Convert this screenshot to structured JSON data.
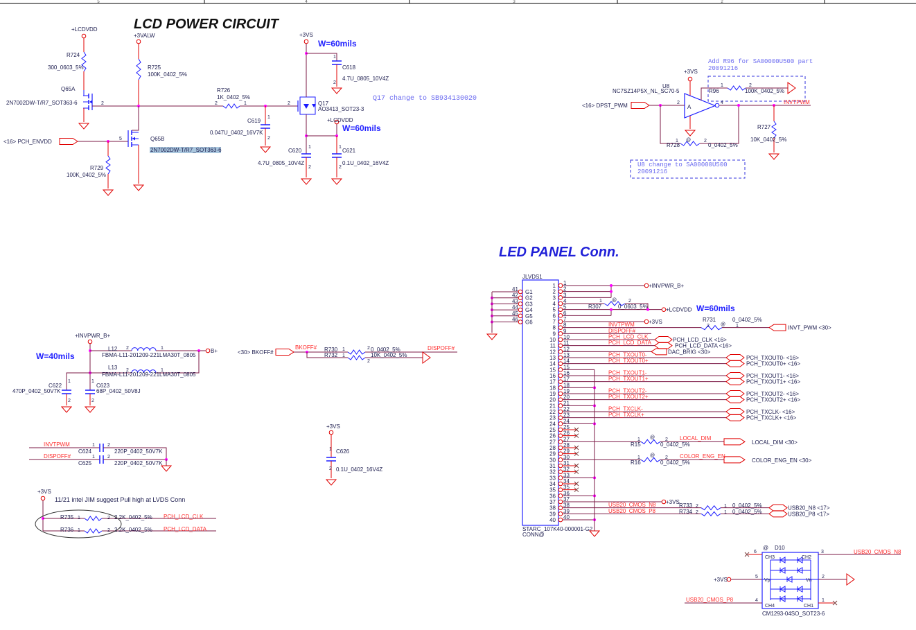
{
  "border": {
    "col5": "5",
    "col4": "4",
    "col3": "3",
    "col2": "2"
  },
  "pins": {
    "p1": "1",
    "p2": "2",
    "p3": "3",
    "p4": "4",
    "p5": "5",
    "p6": "6"
  },
  "colors": {
    "wire": "#7b1a46",
    "pin": "#e00000",
    "component": "#1a1aff",
    "net_label": "#ff2b2b",
    "junction": "#ff00ff",
    "width_note": "#2323ff"
  },
  "lcd_power": {
    "title": "LCD POWER CIRCUIT",
    "lcdvdd": "+LCDVDD",
    "r724": "R724",
    "r724_val": "300_0603_5%",
    "q65a": "Q65A",
    "q65a_part": "2N7002DW-T/R7_SOT363-6",
    "v3valw": "+3VALW",
    "r725": "R725",
    "r725_val": "100K_0402_5%",
    "r726": "R726",
    "r726_val": "1K_0402_5%",
    "q65b": "Q65B",
    "q65b_part": "2N7002DW-T/R7_SOT363-6",
    "pch_envdd": "<16>  PCH_ENVDD",
    "r729": "R729",
    "r729_val": "100K_0402_5%",
    "c619": "C619",
    "c619_val": "0.047U_0402_16V7K",
    "v3vs": "+3VS",
    "w60a": "W=60mils",
    "c618": "C618",
    "c618_val": "4.7U_0805_10V4Z",
    "q17": "Q17",
    "q17_part": "AO3413_SOT23-3",
    "lcdvdd2": "+LCDVDD",
    "w60b": "W=60mils",
    "c620": "C620",
    "c620_val": "4.7U_0805_10V4Z",
    "c621": "C621",
    "c621_val": "0.1U_0402_16V4Z",
    "note_q17": "Q17 change to SB934130020"
  },
  "pwm": {
    "note_r96": "Add R96 for SA00000U500 part",
    "note_r96_date": "20091216",
    "v3vs": "+3VS",
    "u8": "U8",
    "u8_part": "NC7SZ14P5X_NL_SC70-5",
    "u8_in": "A",
    "dpst_pwm": "<16>  DPST_PWM",
    "r96": "R96",
    "r96_val": "100K_0402_5%",
    "invtpwm": "INVTPWM",
    "r727": "R727",
    "r727_val": "10K_0402_5%",
    "r728": "R728",
    "r728_val": "0_0402_5%",
    "at": "@",
    "note_u8": "U8 change to SA00000U500",
    "note_u8_date": "20091216"
  },
  "invpwr": {
    "net": "+INVPWR_B+",
    "w40": "W=40mils",
    "l12": "L12",
    "l12_part": "FBMA-L11-201209-221LMA30T_0805",
    "l13": "L13",
    "l13_part": "FBMA-L11-201209-221LMA30T_0805",
    "bplus": "B+",
    "c622": "C622",
    "c622_val": "470P_0402_50V7K",
    "c623": "C623",
    "c623_val": "68P_0402_50V8J"
  },
  "bkoff": {
    "input": "<30>  BKOFF#",
    "net": "BKOFF#",
    "r730": "R730",
    "r730_val": "0_0402_5%",
    "r732": "R732",
    "r732_val": "10K_0402_5%",
    "output": "DISPOFF#"
  },
  "filter": {
    "invtpwm": "INVTPWM",
    "dispoff": "DISPOFF#",
    "c624": "C624",
    "c624_val": "220P_0402_50V7K",
    "c625": "C625",
    "c625_val": "220P_0402_50V7K"
  },
  "c626": {
    "net": "+3VS",
    "ref": "C626",
    "val": "0.1U_0402_16V4Z"
  },
  "pullup": {
    "net": "+3VS",
    "note": "11/21 intel JIM suggest Pull high at LVDS Conn",
    "r735": "R735",
    "r735_val": "2.2K_0402_5%",
    "r736": "R736",
    "r736_val": "2.2K_0402_5%",
    "clk": "PCH_LCD_CLK",
    "data": "PCH_LCD_DATA"
  },
  "led": {
    "title": "LED PANEL Conn.",
    "invpwr": "+INVPWR_B+",
    "lcdvdd": "+LCDVDD",
    "w60": "W=60mils",
    "v3vs_7": "+3VS",
    "r307": "R307",
    "r307_val": "0_0603_5%",
    "r731": "R731",
    "r731_val": "0_0402_5%",
    "invt_pwm": "INVT_PWM  <30>",
    "lcd_clk": "PCH_LCD_CLK  <16>",
    "lcd_data": "PCH_LCD_DATA  <16>",
    "dac_brig": "DAC_BRIG  <30>",
    "txout0n": "PCH_TXOUT0-  <16>",
    "txout0p": "PCH_TXOUT0+  <16>",
    "txout1n": "PCH_TXOUT1-  <16>",
    "txout1p": "PCH_TXOUT1+  <16>",
    "txout2n": "PCH_TXOUT2-  <16>",
    "txout2p": "PCH_TXOUT2+  <16>",
    "txclkn": "PCH_TXCLK-  <16>",
    "txclkp": "PCH_TXCLK+  <16>",
    "r15": "R15",
    "r15_val": "0_0402_5%",
    "local_dim_net": "LOCAL_DIM",
    "local_dim": "LOCAL_DIM  <30>",
    "r16": "R16",
    "r16_val": "0_0402_5%",
    "color_net": "COLOR_ENG_EN",
    "color": "COLOR_ENG_EN  <30>",
    "v3vs_37": "+3VS",
    "r733": "R733",
    "r733_val": "0_0402_5%",
    "r734": "R734",
    "r734_val": "0_0402_5%",
    "usb_n8": "USB20_N8  <17>",
    "usb_p8": "USB20_P8  <17>"
  },
  "connector": {
    "ref": "JLVDS1",
    "part": "STARC_107K40-000001-G2",
    "option": "CONN@",
    "pin_numbers": [
      "1",
      "2",
      "3",
      "4",
      "5",
      "6",
      "7",
      "8",
      "9",
      "10",
      "11",
      "12",
      "13",
      "14",
      "15",
      "16",
      "17",
      "18",
      "19",
      "20",
      "21",
      "22",
      "23",
      "24",
      "25",
      "26",
      "27",
      "28",
      "29",
      "30",
      "31",
      "32",
      "33",
      "34",
      "35",
      "36",
      "37",
      "38",
      "39",
      "40"
    ],
    "gnd_pins": [
      {
        "num": "41",
        "name": "G1"
      },
      {
        "num": "42",
        "name": "G2"
      },
      {
        "num": "43",
        "name": "G3"
      },
      {
        "num": "44",
        "name": "G4"
      },
      {
        "num": "45",
        "name": "G5"
      },
      {
        "num": "46",
        "name": "G6"
      }
    ],
    "net_labels": {
      "8": "INVTPWM",
      "9": "DISPOFF#",
      "10": "PCH_LCD_CLK",
      "11": "PCH_LCD_DATA",
      "13": "PCH_TXOUT0-",
      "14": "PCH_TXOUT0+",
      "16": "PCH_TXOUT1-",
      "17": "PCH_TXOUT1+",
      "19": "PCH_TXOUT2-",
      "20": "PCH_TXOUT2+",
      "22": "PCH_TXCLK-",
      "23": "PCH_TXCLK+",
      "27": "LOCAL_DIM",
      "30": "COLOR_ENG_EN",
      "38": "USB20_CMOS_N8",
      "39": "USB20_CMOS_P8"
    }
  },
  "d10": {
    "ref": "D10",
    "option": "@",
    "part": "CM1293-04SO_SOT23-6",
    "ch3": "CH3",
    "ch2": "CH2",
    "vp": "Vp",
    "vn": "Vn",
    "ch4": "CH4",
    "ch1": "CH1",
    "v3vs": "+3VS",
    "usb_n8": "USB20_CMOS_N8",
    "usb_p8": "USB20_CMOS_P8"
  }
}
